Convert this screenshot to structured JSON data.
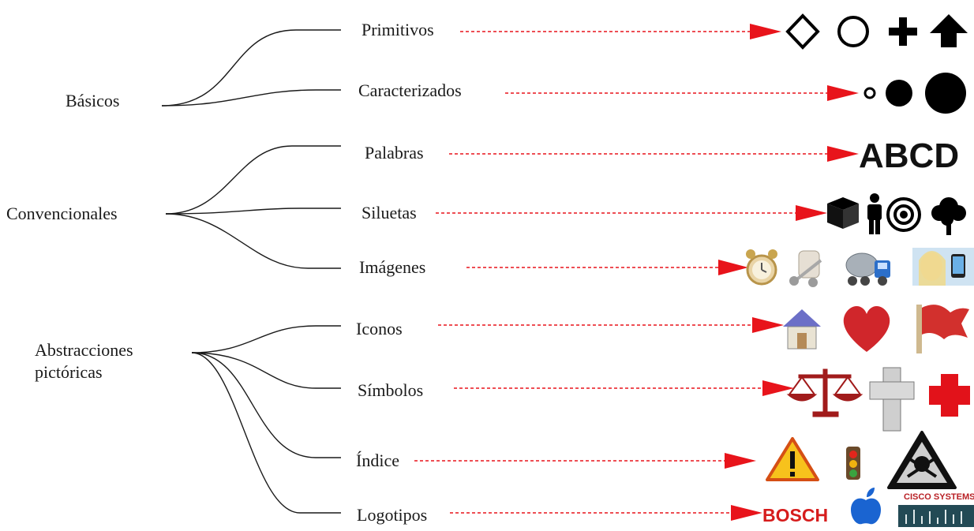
{
  "categories": {
    "basicos": "Básicos",
    "convencionales": "Convencionales",
    "abstracciones_line1": "Abstracciones",
    "abstracciones_line2": "pictóricas"
  },
  "items": {
    "primitivos": "Primitivos",
    "caracterizados": "Caracterizados",
    "palabras": "Palabras",
    "siluetas": "Siluetas",
    "imagenes": "Imágenes",
    "iconos": "Iconos",
    "simbolos": "Símbolos",
    "indice": "Índice",
    "logotipos": "Logotipos"
  },
  "examples": {
    "palabras_text": "ABCD",
    "bosch": "BOSCH",
    "cisco": "CISCO SYSTEMS"
  },
  "colors": {
    "arrow": "#e8141b",
    "line": "#1a1a1a"
  },
  "icons": {
    "primitivos": [
      "diamond-icon",
      "circle-icon",
      "plus-icon",
      "arrow-up-icon"
    ],
    "caracterizados": [
      "small-dot-icon",
      "medium-dot-icon",
      "large-dot-icon"
    ],
    "siluetas": [
      "cube-icon",
      "person-icon",
      "target-icon",
      "tree-icon"
    ],
    "imagenes": [
      "alarm-clock-image",
      "hand-truck-image",
      "cement-truck-image",
      "phone-user-image"
    ],
    "iconos": [
      "home-icon",
      "heart-icon",
      "flag-icon"
    ],
    "simbolos": [
      "scales-icon",
      "cross-icon",
      "red-cross-icon"
    ],
    "indice": [
      "warning-icon",
      "traffic-light-icon",
      "toxic-icon"
    ],
    "logotipos": [
      "bosch-logo",
      "apple-logo",
      "cisco-logo"
    ]
  }
}
